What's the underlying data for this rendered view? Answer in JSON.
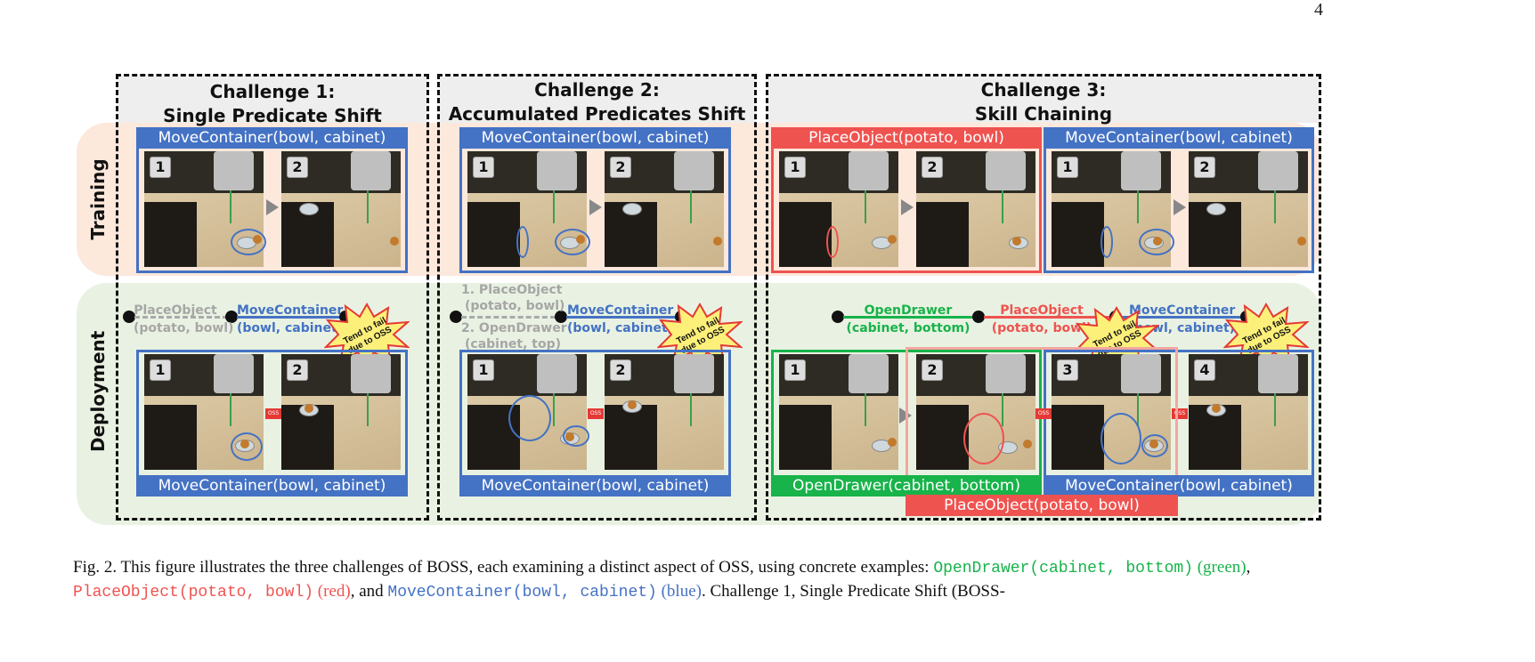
{
  "page_number": "4",
  "row_labels": {
    "training": "Training",
    "deployment": "Deployment"
  },
  "challenges": [
    {
      "title_line1": "Challenge 1:",
      "title_line2": "Single Predicate Shift"
    },
    {
      "title_line1": "Challenge 2:",
      "title_line2": "Accumulated Predicates Shift"
    },
    {
      "title_line1": "Challenge 3:",
      "title_line2": "Skill Chaining"
    }
  ],
  "skills": {
    "move_container": "MoveContainer(bowl, cabinet)",
    "place_object": "PlaceObject(potato, bowl)",
    "open_drawer": "OpenDrawer(cabinet, bottom)"
  },
  "chain_labels": {
    "c1_place": [
      "PlaceObject",
      "(potato, bowl)"
    ],
    "c1_move": [
      "MoveContainer",
      "(bowl, cabinet)"
    ],
    "c2_place": [
      "1. PlaceObject",
      "(potato, bowl)"
    ],
    "c2_open": [
      "2. OpenDrawer",
      "(cabinet, top)"
    ],
    "c2_move": [
      "MoveContainer",
      "(bowl, cabinet)"
    ],
    "c3_open": [
      "OpenDrawer",
      "(cabinet, bottom)"
    ],
    "c3_place": [
      "PlaceObject",
      "(potato, bowl)"
    ],
    "c3_move": [
      "MoveContainer",
      "(bowl, cabinet)"
    ]
  },
  "burst_text": [
    "Tend to fail",
    "due to OSS"
  ],
  "oss_label": "OSS",
  "frame_numbers": [
    "1",
    "2",
    "3",
    "4"
  ],
  "caption": {
    "prefix": "Fig. 2.  This figure illustrates the three challenges of BOSS, each examining a distinct aspect of OSS, using concrete examples: ",
    "green_code": "OpenDrawer(cabinet, bottom)",
    "green_word": " (green)",
    "sep1": ", ",
    "red_code": "PlaceObject(potato, bowl)",
    "red_word": " (red)",
    "sep2": ", and ",
    "blue_code": "MoveContainer(bowl, cabinet)",
    "blue_word": " (blue)",
    "suffix": ". Challenge 1, Single Predicate Shift (BOSS-"
  },
  "colors": {
    "blue": "#4472c4",
    "red": "#ef5350",
    "green": "#18b34a",
    "training_band": "#fde8dc",
    "deployment_band": "#e9f2e2"
  }
}
